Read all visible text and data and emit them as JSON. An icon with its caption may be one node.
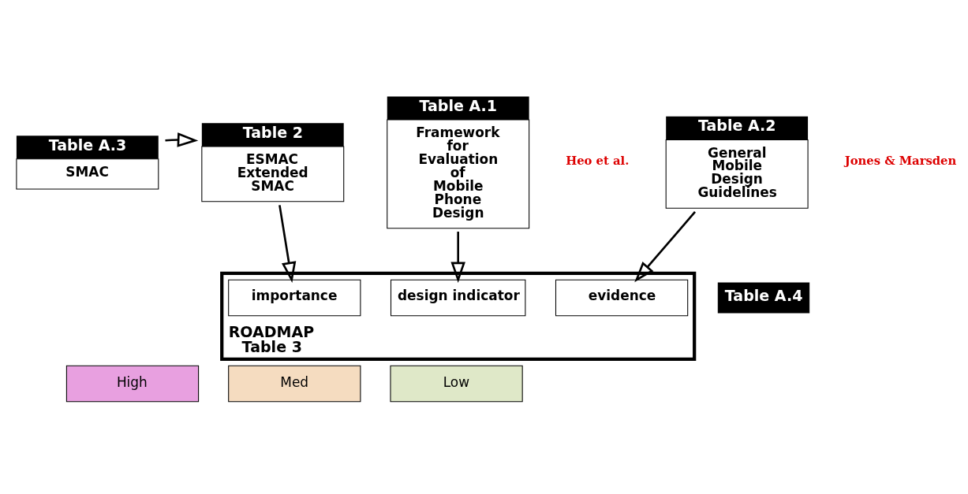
{
  "diagram": {
    "nodes": [
      {
        "text": [
          "Table A.3",
          "SMAC"
        ]
      },
      {
        "text": [
          "Table 2",
          "ESMAC Extended SMAC"
        ]
      },
      {
        "text": [
          "Table A.1",
          "Framework for Evaluation of Mobile Phone Design"
        ],
        "beside": [
          "Heo et al."
        ]
      },
      {
        "text": [
          "Table A.2",
          "General Mobile Design Guidelines"
        ],
        "beside": [
          "Jones & Marsden"
        ]
      },
      {
        "text": [
          "ROADMAP",
          "Table 3"
        ],
        "beside": [
          "Table A.4"
        ]
      },
      {
        "text": [
          "importance"
        ],
        "in": 4
      },
      {
        "text": [
          "design indicator"
        ],
        "in": 4
      },
      {
        "text": [
          "evidence"
        ],
        "in": 4
      },
      {
        "text": [
          "High"
        ]
      },
      {
        "text": [
          "Med"
        ]
      },
      {
        "text": [
          "Low"
        ]
      }
    ],
    "edges": [
      {
        "from": 0,
        "to": 1,
        "arrow": "to"
      },
      {
        "from": 1,
        "to": 5,
        "arrow": "to"
      },
      {
        "from": 2,
        "to": 6,
        "arrow": "to"
      },
      {
        "from": 3,
        "to": 7,
        "arrow": "to"
      }
    ]
  }
}
